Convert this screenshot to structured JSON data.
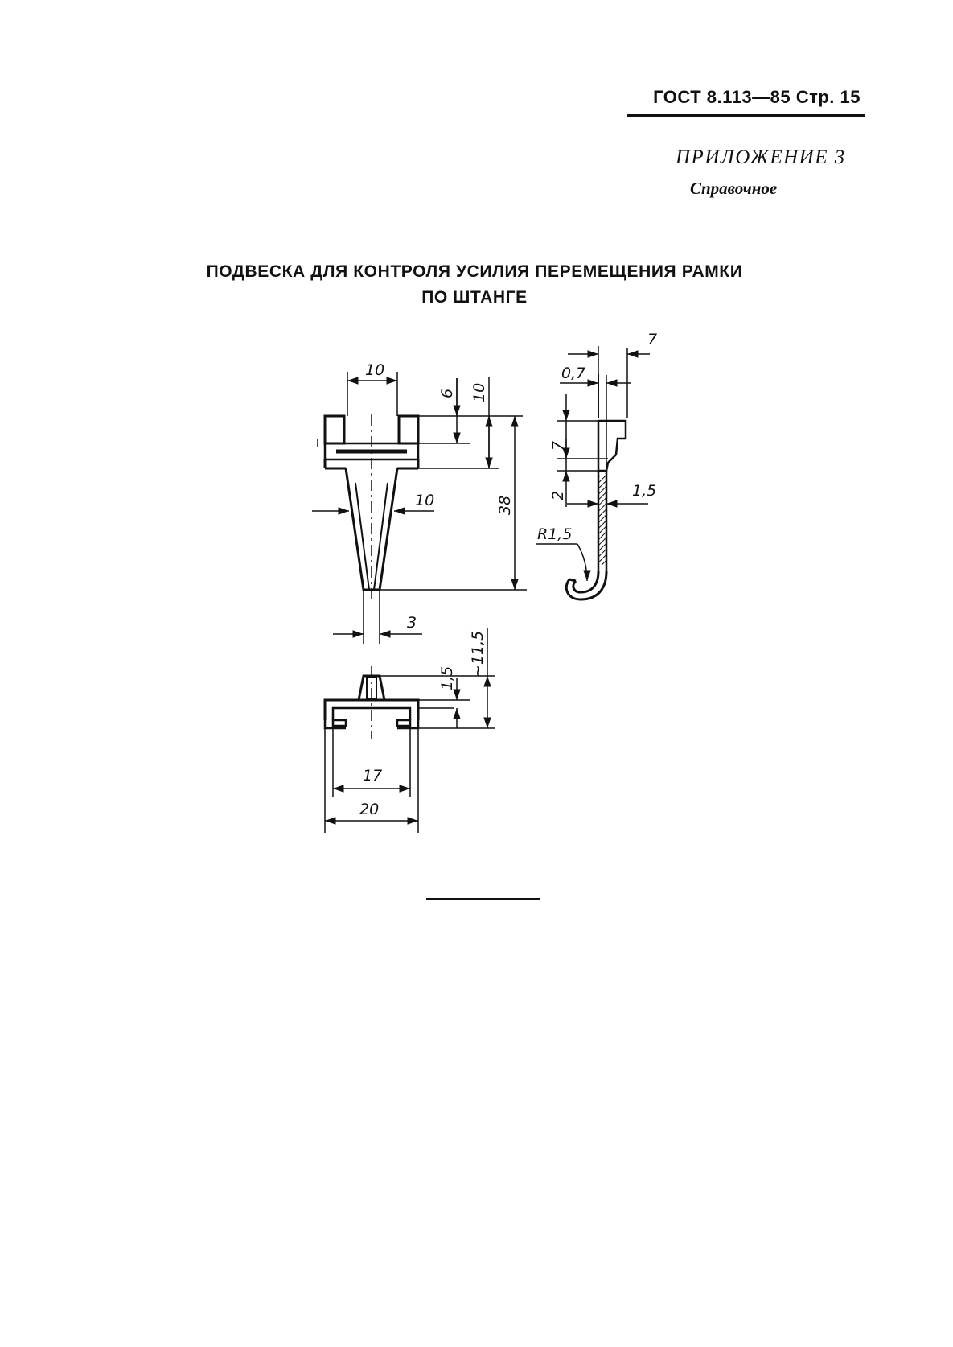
{
  "header": {
    "standard": "ГОСТ 8.113—85 Стр. 15"
  },
  "appendix": {
    "title": "ПРИЛОЖЕНИЕ 3",
    "subtitle": "Справочное"
  },
  "document": {
    "title_line1": "ПОДВЕСКА ДЛЯ КОНТРОЛЯ УСИЛИЯ ПЕРЕМЕЩЕНИЯ РАМКИ",
    "title_line2": "ПО ШТАНГЕ"
  },
  "drawing": {
    "front_view": {
      "width_top": "10",
      "height_6": "6",
      "height_10": "10",
      "total_height": "38",
      "cone_width": "10",
      "tip_width": "3"
    },
    "side_view": {
      "width_7": "7",
      "offset_0_7": "0,7",
      "height_7": "7",
      "gap_2": "2",
      "thickness": "1,5",
      "radius": "R1,5"
    },
    "top_view": {
      "height_1_5": "1,5",
      "height_11_5": "~11,5",
      "inner_width": "17",
      "outer_width": "20"
    }
  }
}
